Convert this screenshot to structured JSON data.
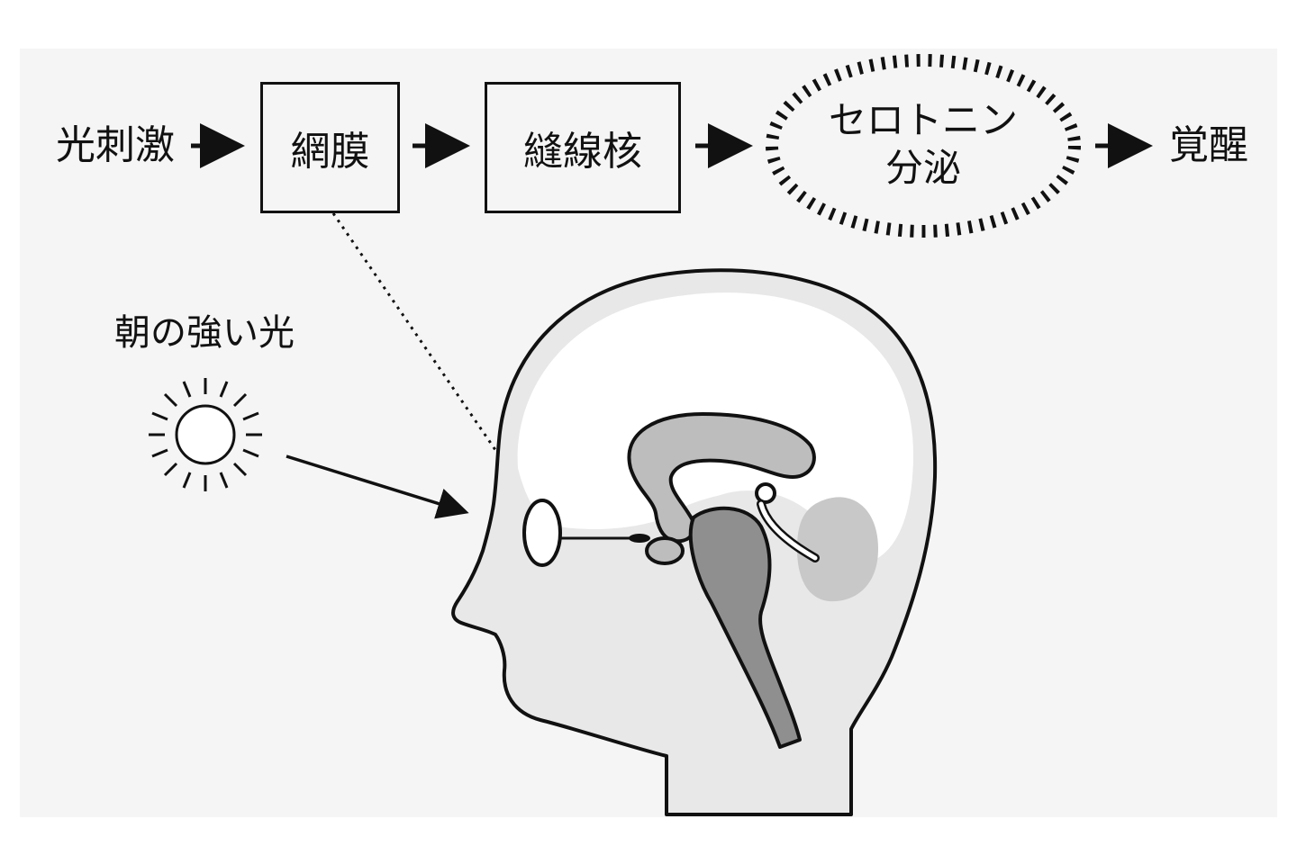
{
  "flow": {
    "stimulus": "光刺激",
    "retina": "網膜",
    "raphe": "縫線核",
    "serotonin_line1": "セロトニン",
    "serotonin_line2": "分泌",
    "arousal": "覚醒"
  },
  "sun_label": "朝の強い光",
  "icons": {
    "sun": "sun-icon",
    "head": "head-brain-cross-section",
    "eye": "eye-icon"
  },
  "colors": {
    "background": "#ffffff",
    "panel": "#f5f5f5",
    "outline": "#111111",
    "brain_white": "#ffffff",
    "head_fill": "#e8e8e8",
    "midbrain": "#bdbdbd",
    "brainstem": "#8f8f8f",
    "cerebellum": "#c8c8c8"
  }
}
